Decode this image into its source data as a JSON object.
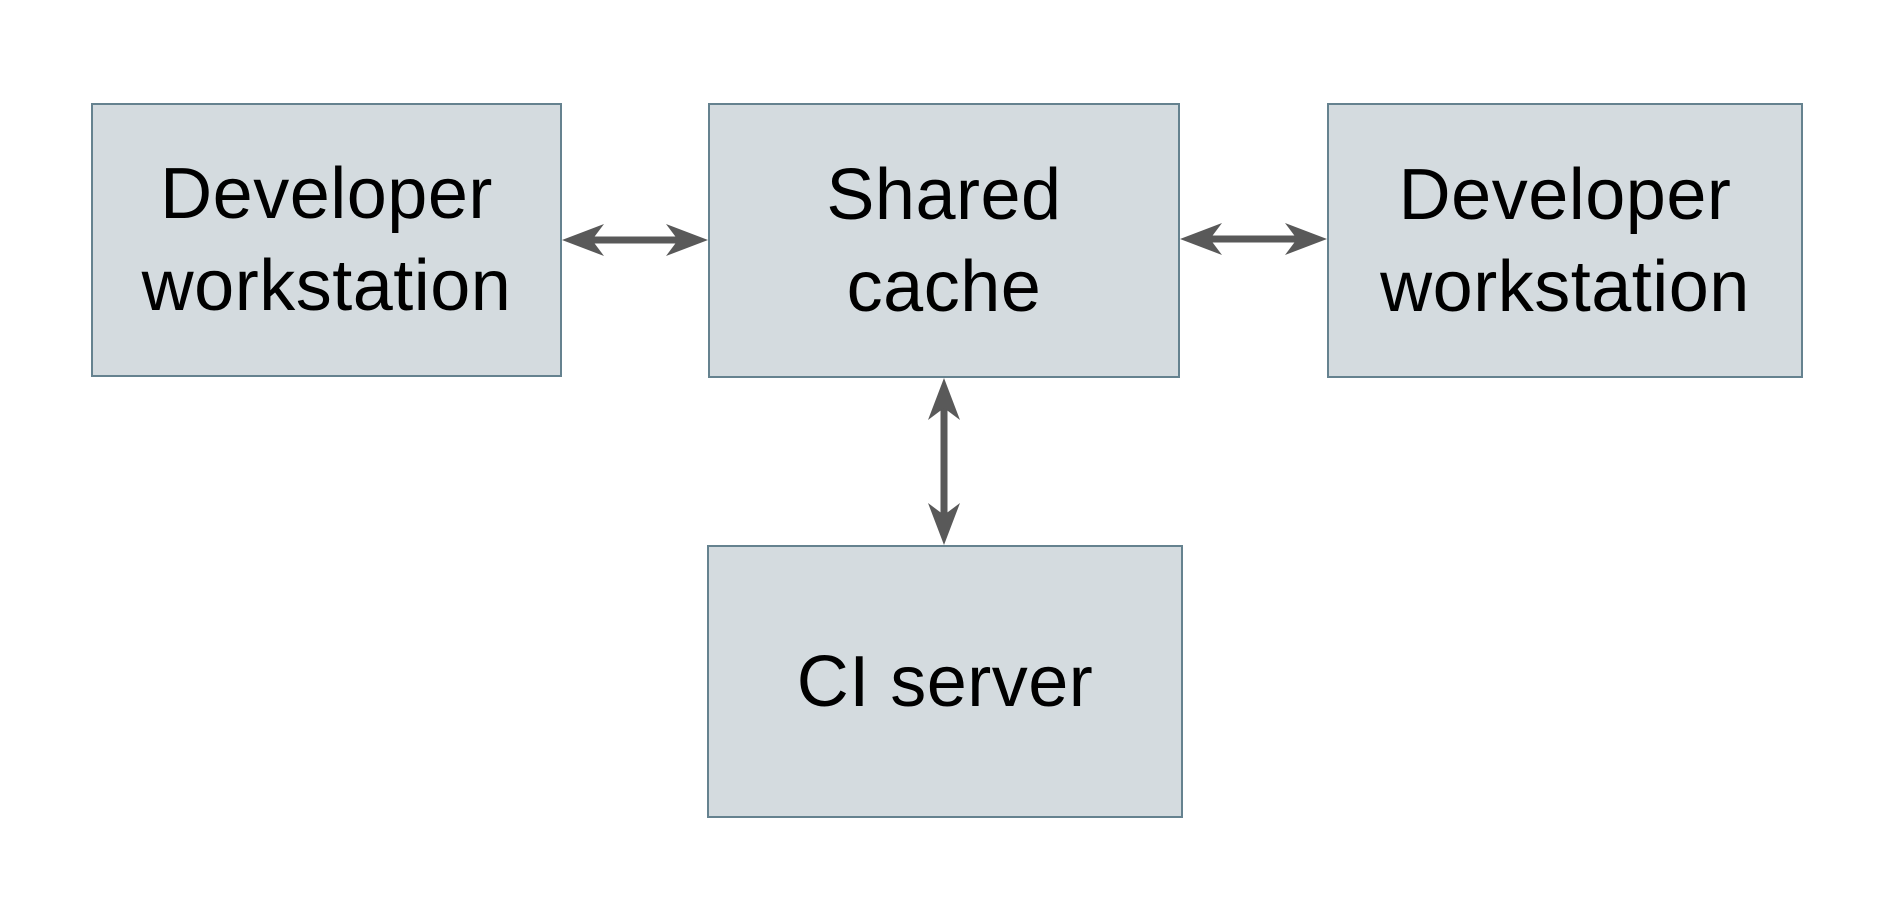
{
  "page": {
    "title": "Shared cache topology diagram"
  },
  "colors": {
    "page_bg": "#ffffff",
    "node_fill": "#d4dbdf",
    "node_border": "#65828f",
    "arrow": "#595959",
    "text": "#000000"
  },
  "diagram": {
    "nodes": [
      {
        "id": "developer-workstation-left",
        "label": "Developer\nworkstation"
      },
      {
        "id": "shared-cache",
        "label": "Shared\ncache"
      },
      {
        "id": "developer-workstation-right",
        "label": "Developer\nworkstation"
      },
      {
        "id": "ci-server",
        "label": "CI server"
      }
    ],
    "edges": [
      {
        "from": "developer-workstation-left",
        "to": "shared-cache",
        "direction": "bidirectional"
      },
      {
        "from": "developer-workstation-right",
        "to": "shared-cache",
        "direction": "bidirectional"
      },
      {
        "from": "ci-server",
        "to": "shared-cache",
        "direction": "bidirectional"
      }
    ]
  }
}
